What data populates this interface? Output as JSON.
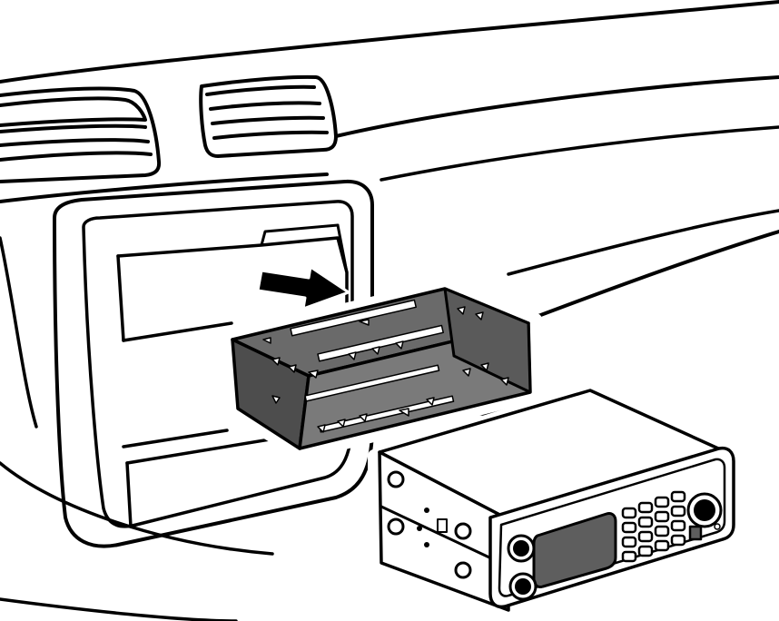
{
  "scene": {
    "subject": "installation-illustration",
    "colors": {
      "line": "#000000",
      "paper": "#ffffff",
      "sleeve_fill": "#5e5e5e",
      "arrow": "#000000"
    },
    "parts": [
      "dashboard",
      "air-vent",
      "dash-opening",
      "mounting-sleeve",
      "radio-unit",
      "insert-arrow"
    ]
  }
}
